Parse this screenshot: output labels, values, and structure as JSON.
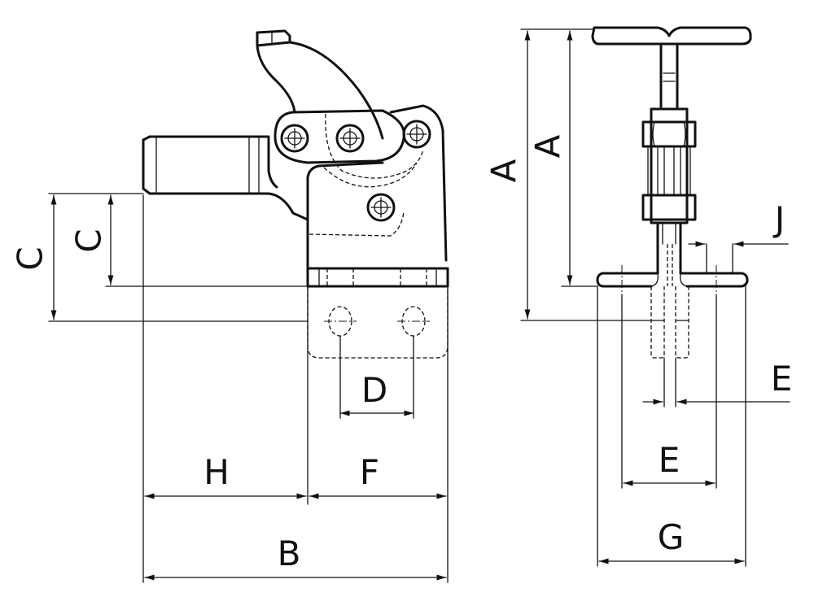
{
  "labels": {
    "A_outer": "A",
    "A_inner": "A",
    "B": "B",
    "C_outer": "C",
    "C_inner": "C",
    "D": "D",
    "E_lower": "E",
    "E_right": "E",
    "F": "F",
    "G": "G",
    "H": "H",
    "J": "J"
  }
}
